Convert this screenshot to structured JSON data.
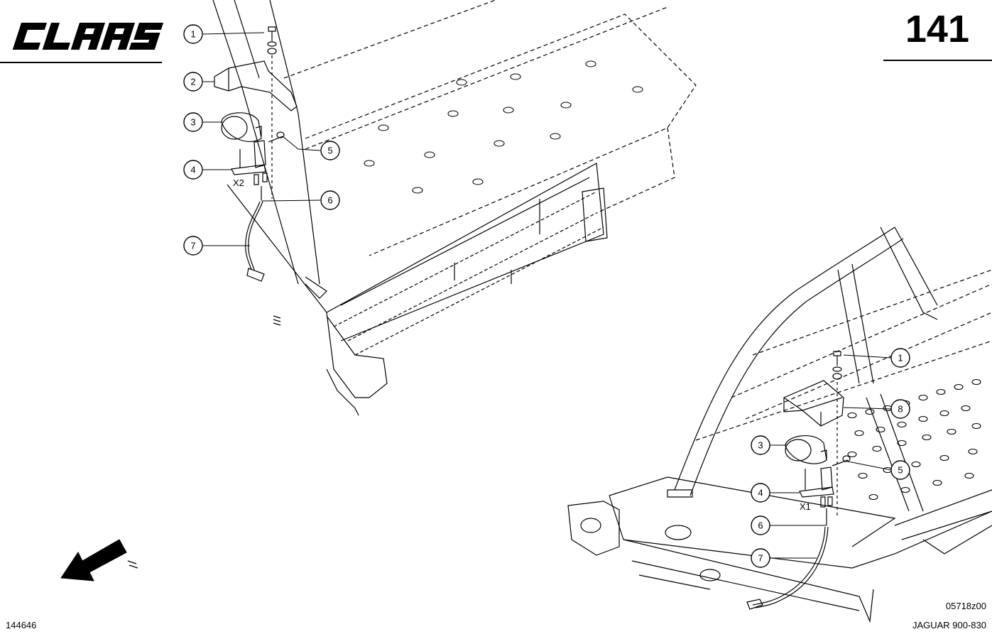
{
  "header": {
    "brand": "CLAAS",
    "page_number": "141"
  },
  "footer": {
    "drawing_number": "144646",
    "figure_code": "05718z00",
    "model": "JAGUAR 900-830"
  },
  "left_assembly": {
    "callouts": [
      "1",
      "2",
      "3",
      "4",
      "5",
      "6",
      "7"
    ],
    "connector_label": "X2"
  },
  "right_assembly": {
    "callouts": [
      "1",
      "8",
      "3",
      "5",
      "4",
      "6",
      "7"
    ],
    "connector_label": "X1"
  },
  "icons": {
    "direction": "direction-arrow-icon"
  }
}
